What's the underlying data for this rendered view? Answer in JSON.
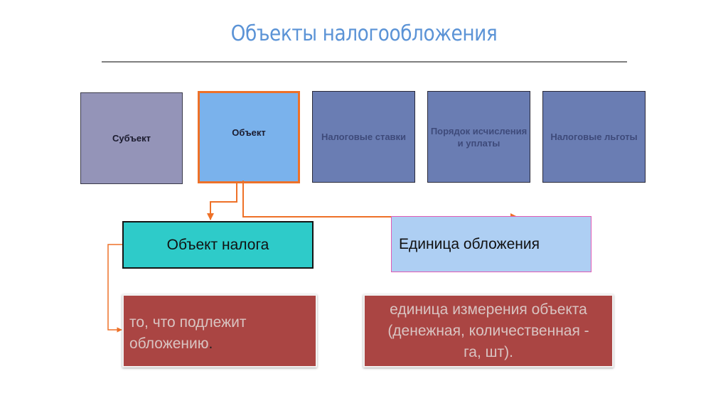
{
  "title": "Объекты налогообложения",
  "elements": [
    {
      "label": "Субъект"
    },
    {
      "label": "Объект"
    },
    {
      "label": "Налоговые ставки"
    },
    {
      "label": "Порядок исчисления и уплаты"
    },
    {
      "label": "Налоговые льготы"
    }
  ],
  "object_of_tax": {
    "label": "Объект налога",
    "definition": "то, что подлежит обложению",
    "definition_end": "."
  },
  "unit_of_taxation": {
    "label": "Единица обложения",
    "definition": "единица измерения объекта (денежная, количественная - га, шт)."
  },
  "colors": {
    "title": "#5b93d6",
    "subject": "#9494b8",
    "object": "#7ab2ec",
    "object_border": "#ee7128",
    "other_elements": "#6a7db3",
    "object_of_tax": "#2ecbc9",
    "unit": "#aecff3",
    "definition": "#aa4543",
    "connector": "#ee7128"
  }
}
